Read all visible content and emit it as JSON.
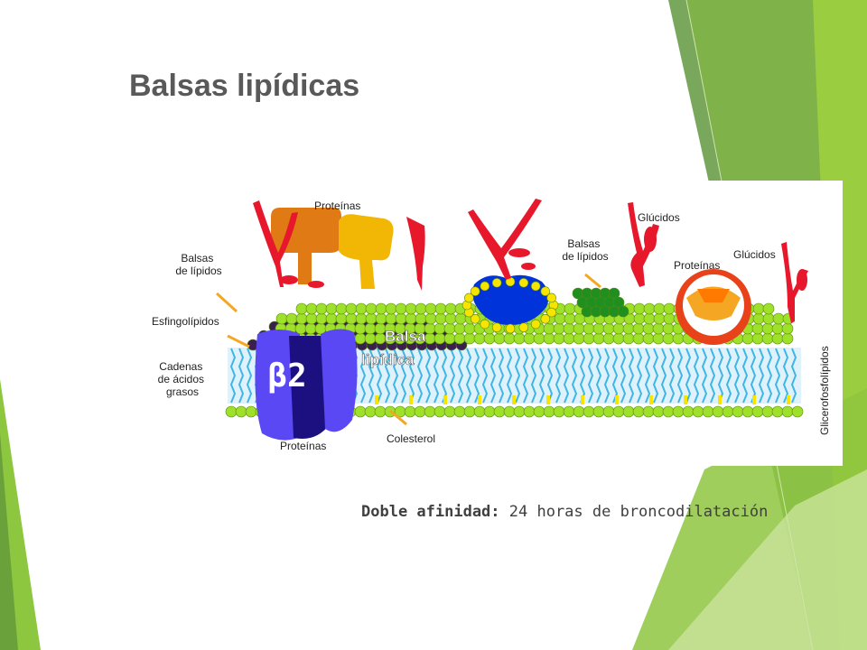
{
  "slide": {
    "title": "Balsas lipídicas",
    "caption": {
      "key": "Doble afinidad:",
      "text": " 24 horas de broncodilatación"
    }
  },
  "diagram": {
    "labels": {
      "proteins_top": "Proteínas",
      "rafts_left": [
        "Balsas",
        "de lípidos"
      ],
      "sphingolipids": "Esfingolípidos",
      "fatty_chains": [
        "Cadenas",
        "de ácidos",
        "grasos"
      ],
      "proteins_bottom": "Proteínas",
      "cholesterol": "Colesterol",
      "glucids_top": "Glúcidos",
      "rafts_right": [
        "Balsas",
        "de lípidos"
      ],
      "proteins_right": "Proteínas",
      "glucids_right": "Glúcidos",
      "glycerophospholipids": "Glicerofosfolípidos"
    },
    "overlay": {
      "receptor": "β2",
      "raft": [
        "Balsa",
        "lipídica"
      ]
    }
  },
  "colors": {
    "accent_green": "#8dc63f",
    "dark_green": "#5a8f2e",
    "raft_purple": "#3b1f4f",
    "receptor_blue": "#4f3ff0",
    "lipid_head_green": "#9ee02a",
    "chain_blue": "#3fb6e6"
  }
}
